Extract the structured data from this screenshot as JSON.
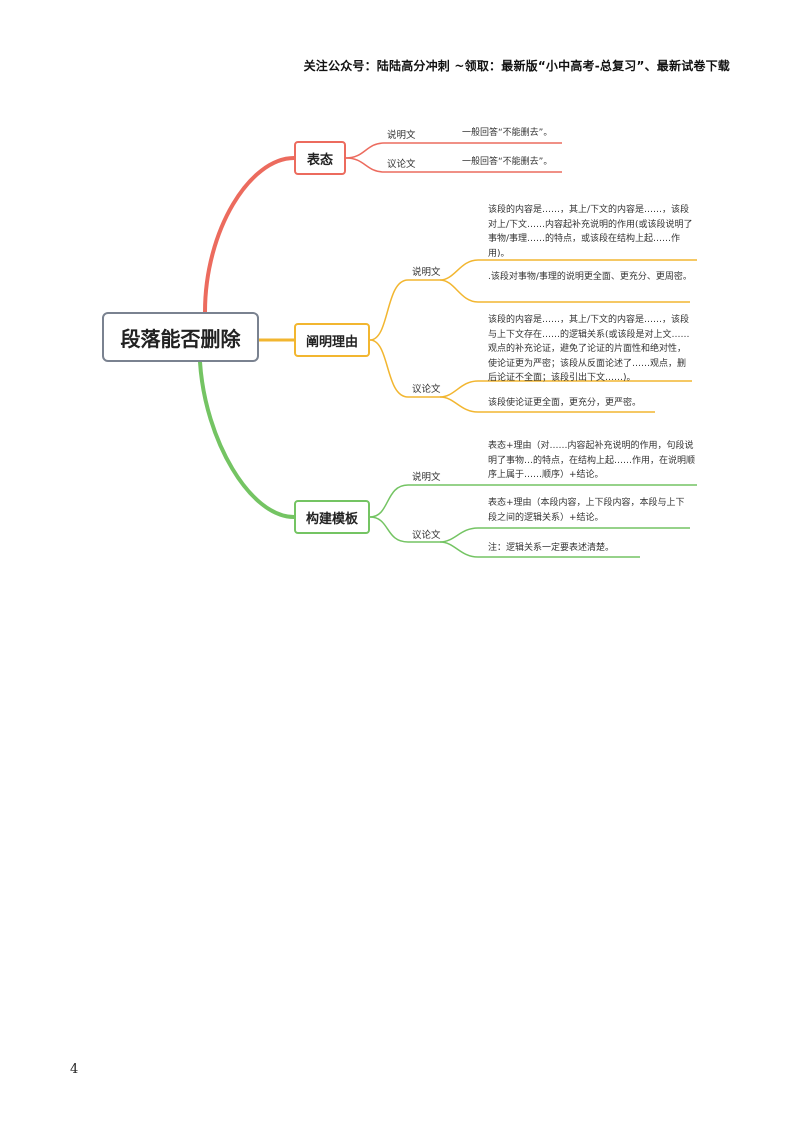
{
  "header": {
    "text": "关注公众号：陆陆高分冲刺  ~领取：最新版“小中高考-总复习”、最新试卷下载"
  },
  "root": {
    "label": "段落能否删除"
  },
  "branches": [
    {
      "label": "表态",
      "color": "#ec6b5e",
      "subs": [
        {
          "label": "说明文",
          "leaves": [
            "一般回答“不能删去”。"
          ]
        },
        {
          "label": "议论文",
          "leaves": [
            "一般回答“不能删去”。"
          ]
        }
      ]
    },
    {
      "label": "阐明理由",
      "color": "#f2b630",
      "subs": [
        {
          "label": "说明文",
          "leaves": [
            "该段的内容是……，其上/下文的内容是……，该段对上/下文……内容起补充说明的作用(或该段说明了事物/事理……的特点，或该段在结构上起……作用)。",
            ".该段对事物/事理的说明更全面、更充分、更周密。"
          ]
        },
        {
          "label": "议论文",
          "leaves": [
            "该段的内容是……，其上/下文的内容是……，该段与上下文存在……的逻辑关系(或该段是对上文……观点的补充论证，避免了论证的片面性和绝对性，使论证更为严密；该段从反面论述了……观点，删后论证不全面；该段引出下文……)。",
            "该段使论证更全面，更充分，更严密。"
          ]
        }
      ]
    },
    {
      "label": "构建模板",
      "color": "#74c463",
      "subs": [
        {
          "label": "说明文",
          "leaves": [
            "表态+理由（对……内容起补充说明的作用，句段说明了事物…的特点，在结构上起……作用，在说明顺序上属于……顺序）+结论。"
          ]
        },
        {
          "label": "议论文",
          "leaves": [
            "表态+理由（本段内容，上下段内容，本段与上下段之间的逻辑关系）+结论。",
            "注：逻辑关系一定要表述清楚。"
          ]
        }
      ]
    }
  ],
  "page_number": "4"
}
